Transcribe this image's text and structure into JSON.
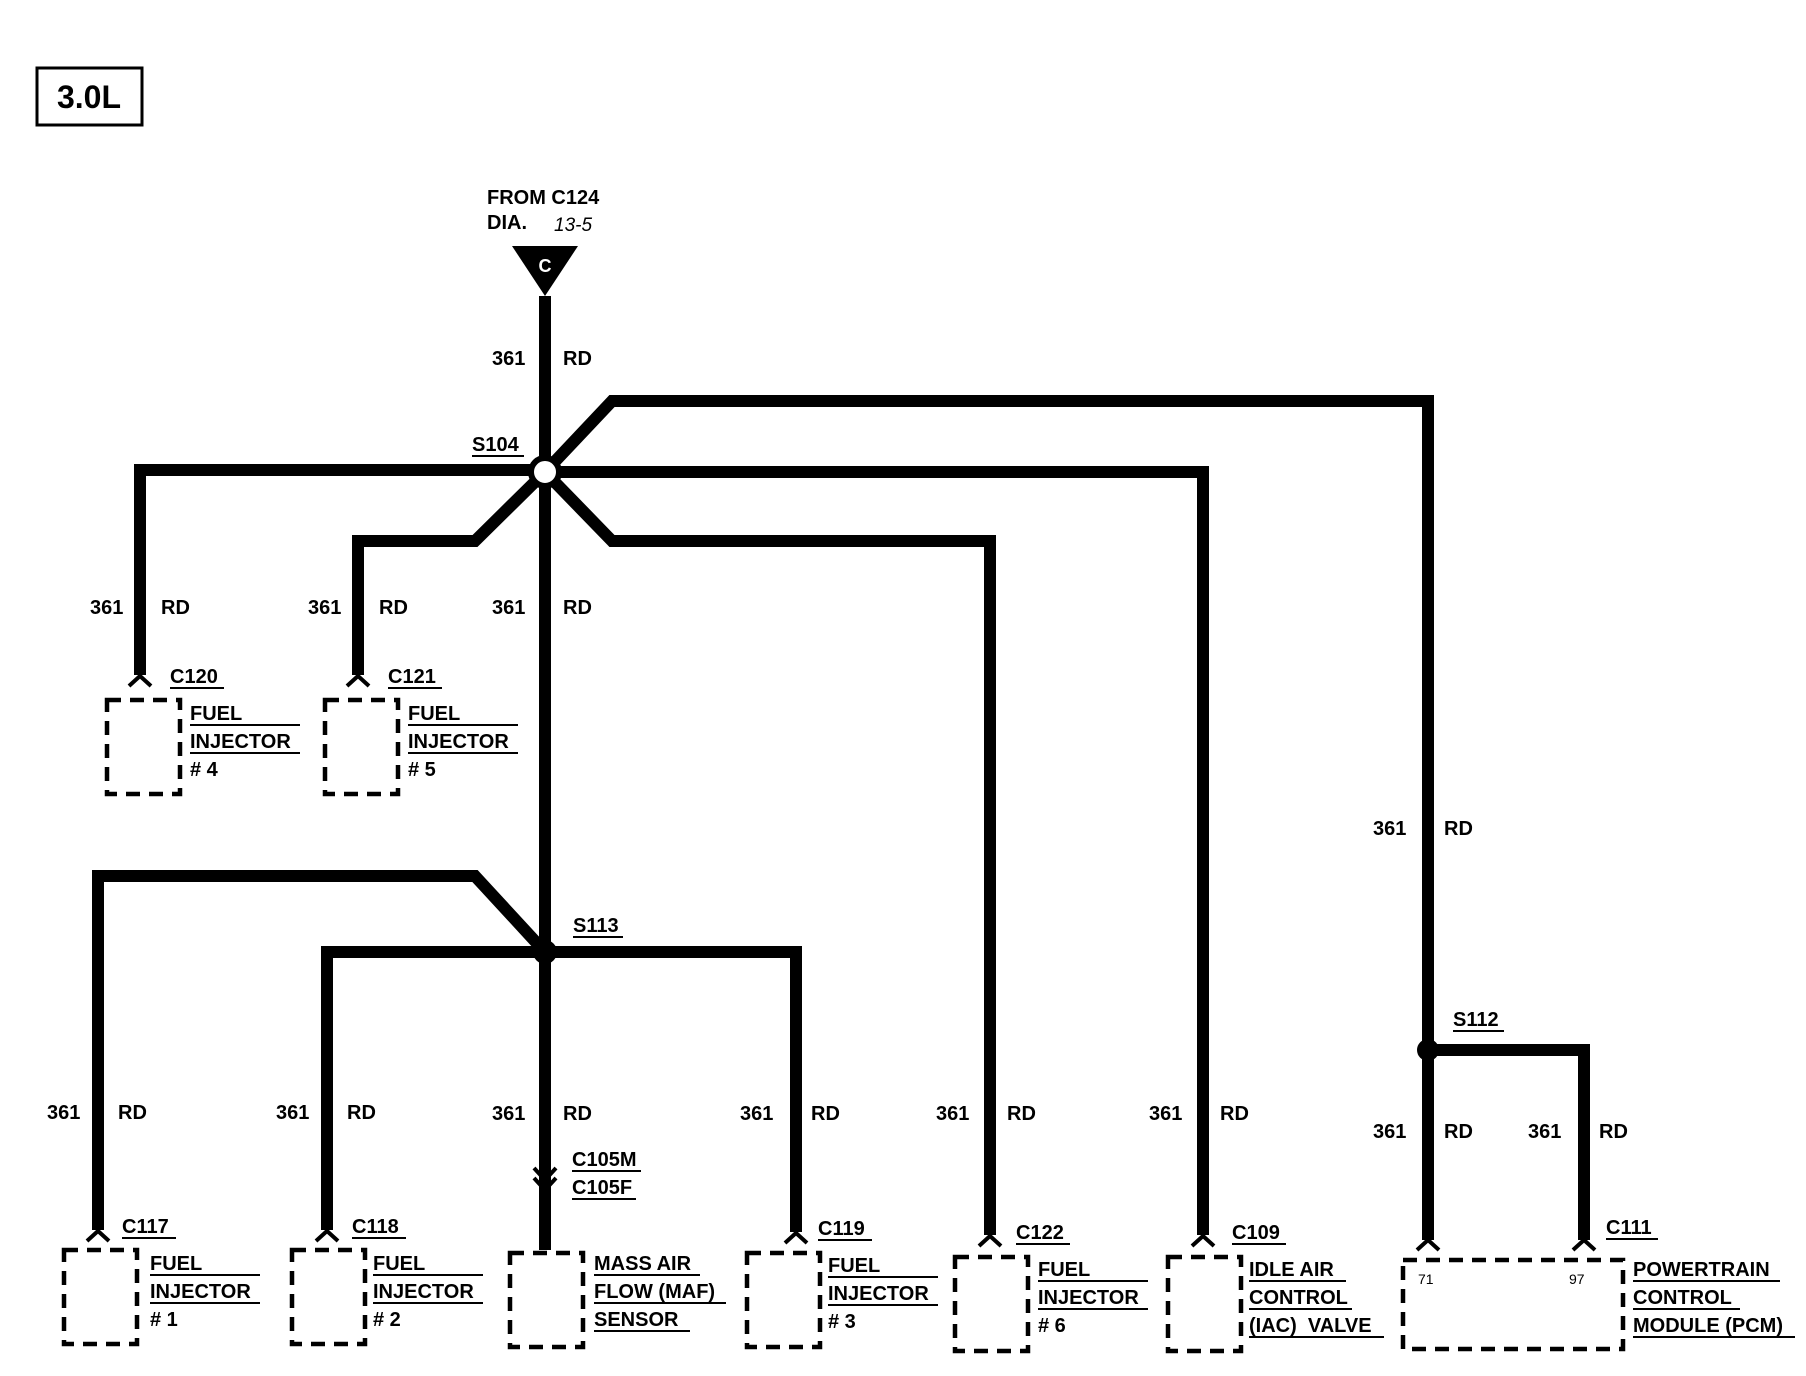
{
  "engine_label": "3.0L",
  "source": {
    "line1": "FROM C124",
    "dia_prefix": "DIA.",
    "dia_ref": "13-5",
    "connector_letter": "C"
  },
  "wire": {
    "circuit": "361",
    "color": "RD"
  },
  "splices": {
    "s104": "S104",
    "s113": "S113",
    "s112": "S112"
  },
  "components": {
    "inj4": {
      "connector": "C120",
      "lines": [
        "FUEL",
        "INJECTOR",
        "# 4"
      ]
    },
    "inj5": {
      "connector": "C121",
      "lines": [
        "FUEL",
        "INJECTOR",
        "# 5"
      ]
    },
    "inj1": {
      "connector": "C117",
      "lines": [
        "FUEL",
        "INJECTOR",
        "# 1"
      ]
    },
    "inj2": {
      "connector": "C118",
      "lines": [
        "FUEL",
        "INJECTOR",
        "# 2"
      ]
    },
    "maf": {
      "connector_m": "C105M",
      "connector_f": "C105F",
      "lines": [
        "MASS AIR",
        "FLOW (MAF)",
        "SENSOR"
      ]
    },
    "inj3": {
      "connector": "C119",
      "lines": [
        "FUEL",
        "INJECTOR",
        "# 3"
      ]
    },
    "inj6": {
      "connector": "C122",
      "lines": [
        "FUEL",
        "INJECTOR",
        "# 6"
      ]
    },
    "iac": {
      "connector": "C109",
      "lines": [
        "IDLE AIR",
        "CONTROL",
        "(IAC)  VALVE"
      ]
    },
    "pcm": {
      "connector": "C111",
      "pin_a": "71",
      "pin_b": "97",
      "lines": [
        "POWERTRAIN",
        "CONTROL",
        "MODULE (PCM)"
      ]
    }
  }
}
